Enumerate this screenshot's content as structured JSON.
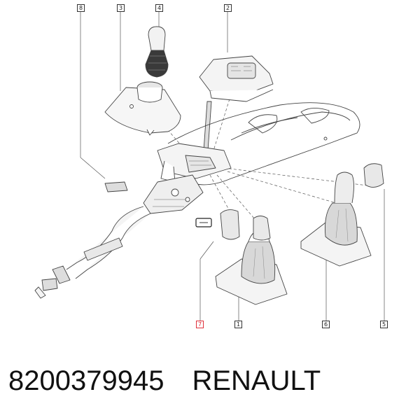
{
  "diagram": {
    "callouts": [
      {
        "id": "c8",
        "label": "8",
        "highlight": false
      },
      {
        "id": "c3",
        "label": "3",
        "highlight": false
      },
      {
        "id": "c4",
        "label": "4",
        "highlight": false
      },
      {
        "id": "c2",
        "label": "2",
        "highlight": false
      },
      {
        "id": "c7",
        "label": "7",
        "highlight": true
      },
      {
        "id": "c1",
        "label": "1",
        "highlight": false
      },
      {
        "id": "c6",
        "label": "6",
        "highlight": false
      },
      {
        "id": "c5",
        "label": "5",
        "highlight": false
      }
    ],
    "highlight_color": "#e0303a"
  },
  "caption": {
    "part_number": "8200379945",
    "brand": "RENAULT"
  }
}
